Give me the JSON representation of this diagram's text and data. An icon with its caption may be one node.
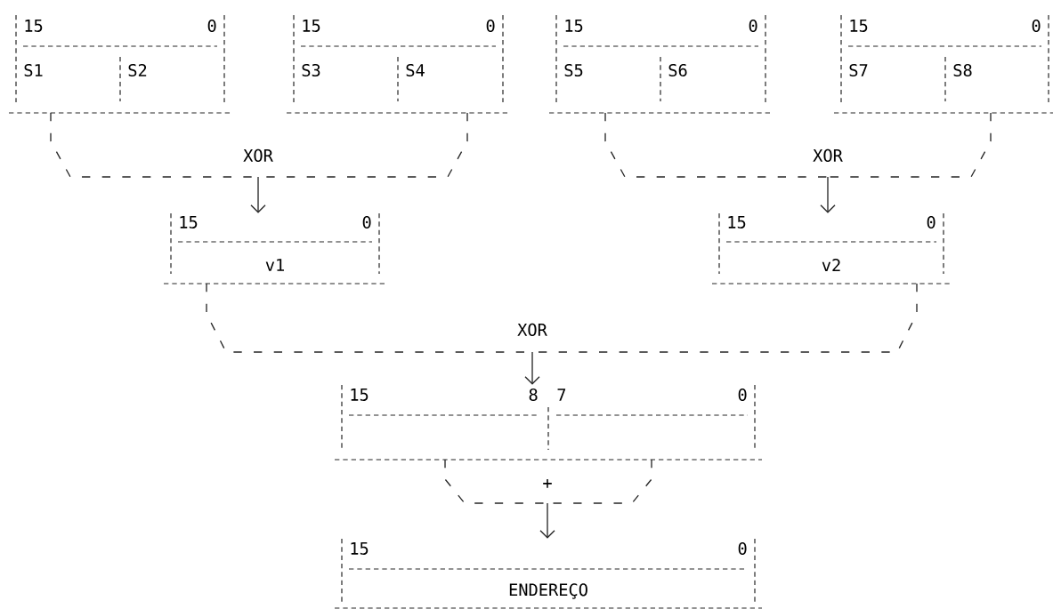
{
  "diagram": {
    "nodes": [
      {
        "text": [
          "15",
          "0",
          "S1",
          "S2"
        ]
      },
      {
        "text": [
          "15",
          "0",
          "S3",
          "S4"
        ]
      },
      {
        "text": [
          "15",
          "0",
          "S5",
          "S6"
        ]
      },
      {
        "text": [
          "15",
          "0",
          "S7",
          "S8"
        ]
      },
      {
        "text": [
          "XOR"
        ]
      },
      {
        "text": [
          "XOR"
        ]
      },
      {
        "text": [
          "15",
          "0",
          "v1"
        ]
      },
      {
        "text": [
          "15",
          "0",
          "v2"
        ]
      },
      {
        "text": [
          "XOR"
        ]
      },
      {
        "text": [
          "15",
          "8",
          "7",
          "0"
        ]
      },
      {
        "text": [
          "+"
        ]
      },
      {
        "text": [
          "15",
          "0",
          "ENDEREÇO"
        ]
      }
    ],
    "edges": [
      {
        "from": 0,
        "to": 4,
        "arrow": "none",
        "style": "dashed"
      },
      {
        "from": 1,
        "to": 4,
        "arrow": "none",
        "style": "dashed"
      },
      {
        "from": 4,
        "to": 6,
        "arrow": "to"
      },
      {
        "from": 2,
        "to": 5,
        "arrow": "none",
        "style": "dashed"
      },
      {
        "from": 3,
        "to": 5,
        "arrow": "none",
        "style": "dashed"
      },
      {
        "from": 5,
        "to": 7,
        "arrow": "to"
      },
      {
        "from": 6,
        "to": 8,
        "arrow": "none",
        "style": "dashed"
      },
      {
        "from": 7,
        "to": 8,
        "arrow": "none",
        "style": "dashed"
      },
      {
        "from": 8,
        "to": 9,
        "arrow": "to"
      },
      {
        "from": 9,
        "to": 10,
        "arrow": "none",
        "style": "dashed"
      },
      {
        "from": 9,
        "to": 10,
        "arrow": "none",
        "style": "dashed"
      },
      {
        "from": 10,
        "to": 11,
        "arrow": "to"
      }
    ]
  }
}
